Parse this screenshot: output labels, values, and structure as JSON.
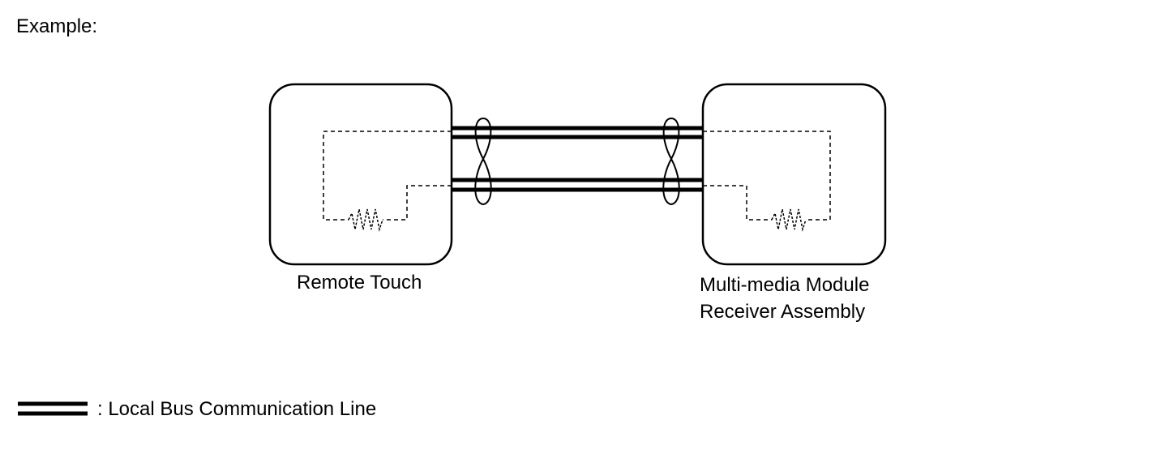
{
  "heading": "Example:",
  "nodes": {
    "left": {
      "label": "Remote Touch"
    },
    "right": {
      "label_line1": "Multi-media Module",
      "label_line2": "Receiver Assembly"
    }
  },
  "legend": {
    "label": ": Local Bus Communication Line"
  },
  "colors": {
    "stroke": "#000000",
    "background": "#ffffff"
  }
}
